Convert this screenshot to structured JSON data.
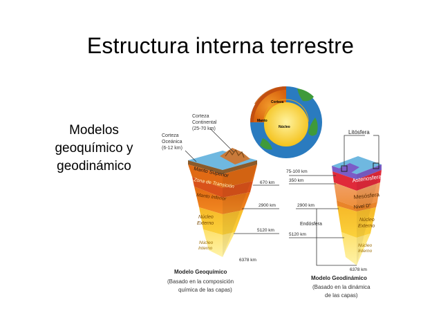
{
  "slide": {
    "title": "Estructura interna terrestre",
    "subtitle_lines": [
      "Modelos",
      "geoquímico y",
      "geodinámico"
    ]
  },
  "diagram": {
    "globe": {
      "corteza": "Corteza",
      "manto": "Manto",
      "nucleo": "Núcleo"
    },
    "left_model": {
      "corteza_continental": [
        "Corteza",
        "Continental",
        "(25-70 km)"
      ],
      "corteza_oceanica": [
        "Corteza",
        "Oceánica",
        "(6-12 km)"
      ],
      "layers": {
        "manto_superior": "Manto Superior",
        "zona_transicion": "Zona de Transición",
        "manto_inferior": "Manto Inferior",
        "nucleo_externo": [
          "Núcleo",
          "Externo"
        ],
        "nucleo_interno": [
          "Núcleo",
          "Interno"
        ]
      },
      "depths": {
        "d670": "670 km",
        "d2900": "2900 km",
        "d5120": "5120 km",
        "d6378": "6378 km"
      },
      "caption_title": "Modelo Geoquímico",
      "caption_lines": [
        "(Basado en la composición",
        "química de las capas)"
      ]
    },
    "right_model": {
      "layers": {
        "litosfera": "Litósfera",
        "astenosfera": "Astenosfera",
        "mesosfera": "Mesósfera",
        "nivel_d": "Nivel D\"",
        "endosfera": "Endósfera",
        "nucleo_externo": [
          "Núcleo",
          "Externo"
        ],
        "nucleo_interno": [
          "Núcleo",
          "Interno"
        ]
      },
      "depths": {
        "d75_100": "75-100 km",
        "d350": "350 km",
        "d2900": "2900 km",
        "d5120": "5120 km",
        "d6378": "6378 km"
      },
      "caption_title": "Modelo Geodinámico",
      "caption_lines": [
        "(Basado en la dinámica",
        "de las capas)"
      ]
    },
    "colors": {
      "ocean": "#2a7bbf",
      "land": "#3f9a3a",
      "crust": "#c97a3a",
      "mantle_upper": "#e07a1e",
      "mantle_lower": "#ef8a24",
      "outer_core": "#f7c531",
      "inner_core": "#fde06b",
      "astenosfera": "#e02a3a",
      "litosfera": "#7b5cc7"
    }
  }
}
